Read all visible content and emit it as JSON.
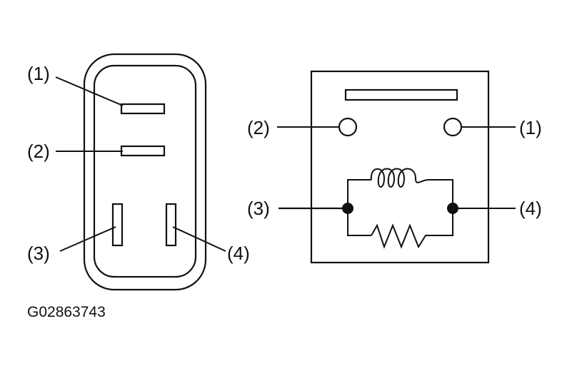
{
  "connector_view": {
    "terminal_labels": [
      "(1)",
      "(2)",
      "(3)",
      "(4)"
    ]
  },
  "schematic_view": {
    "terminal_labels": [
      "(2)",
      "(1)",
      "(3)",
      "(4)"
    ]
  },
  "figure_code": "G02863743"
}
